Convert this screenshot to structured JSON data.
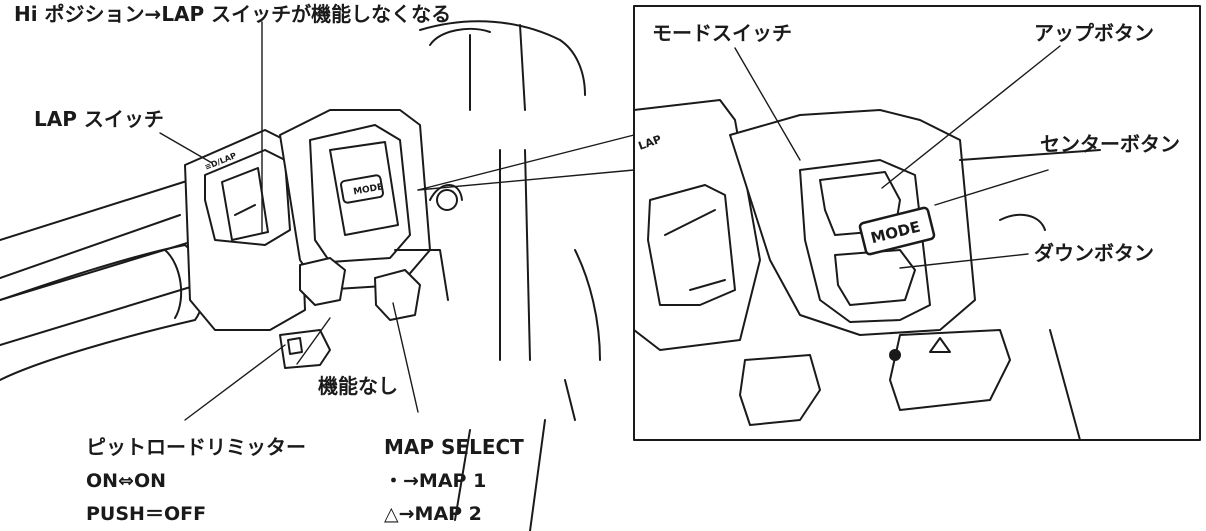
{
  "labels": {
    "hi_position_note": "Hi ポジション→LAP スイッチが機能しなくなる",
    "lap_switch": "LAP スイッチ",
    "no_function": "機能なし",
    "pit_road_limiter": {
      "title": "ピットロードリミッター",
      "line1": "ON⇔ON",
      "line2": "PUSH＝OFF"
    },
    "map_select": {
      "title": "MAP SELECT",
      "line1": "・→MAP 1",
      "line2": "△→MAP 2"
    },
    "mode_switch": "モードスイッチ",
    "up_button": "アップボタン",
    "center_button": "センターボタン",
    "down_button": "ダウンボタン"
  },
  "switch_markings": {
    "mode": "MODE",
    "lap_marking": "≡D/LAP",
    "lap_partial": "LAP"
  },
  "colors": {
    "line": "#1a1a1a",
    "fill": "#ffffff",
    "panel_shade": "#f4f4f4"
  }
}
